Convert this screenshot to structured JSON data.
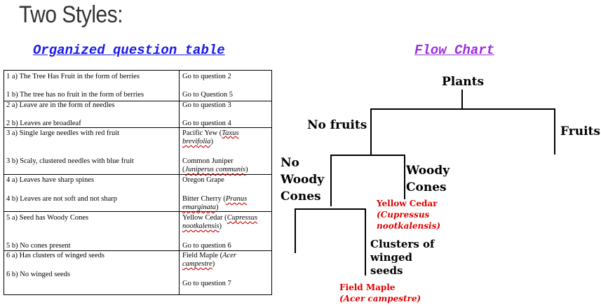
{
  "title": "Two Styles:",
  "left_heading": "Organized question table",
  "right_heading": "Flow Chart",
  "table": {
    "q1a": "1 a) The Tree Has Fruit in the form of berries",
    "q1a_ans": "Go to question 2",
    "q1b": "1 b) The tree has no fruit in the form of berries",
    "q1b_ans": "Go to Question 5",
    "q2a": "2 a) Leave are in the form of needles",
    "q2a_ans": "Go to question 3",
    "q2b": "2 b) Leaves are broadleaf",
    "q2b_ans": "Go to question 4",
    "q3a": "3 a) Single large needles with red fruit",
    "q3a_ans_pre": "Pacific Yew (",
    "q3a_ans_sci1": "Taxus",
    "q3a_ans_sci2": "brevifolia",
    "q3a_ans_post": ")",
    "q3b": "3 b) Scaly, clustered needles with blue fruit",
    "q3b_ans": "Common Juniper",
    "q3b_ans_pre": "(",
    "q3b_ans_sci": "Juniperus communis",
    "q3b_ans_post": ")",
    "q4a": "4 a) Leaves have sharp spines",
    "q4a_ans": "Oregon Grape",
    "q4b": "4 b) Leaves are not soft and not sharp",
    "q4b_ans_pre": "Bitter Cherry (",
    "q4b_ans_sci1": "Pranus",
    "q4b_ans_sci2": "emarginata",
    "q4b_ans_post": ")",
    "q5a": "5 a) Seed has Woody Cones",
    "q5a_ans_pre": "Yellow Cedar (",
    "q5a_ans_sci1": "Cupressus",
    "q5a_ans_sci2": "nootkalensis",
    "q5a_ans_post": ")",
    "q5b": "5 b) No cones present",
    "q5b_ans": "Go to question 6",
    "q6a": "6 a) Has clusters of winged seeds",
    "q6a_ans_pre": "Field Maple (",
    "q6a_ans_sci1": "Acer",
    "q6a_ans_sci2": "campestre",
    "q6a_ans_post": ")",
    "q6b": "6 b) No winged seeds",
    "q6b_ans": "Go to question 7"
  },
  "flow": {
    "plants": "Plants",
    "no_fruits": "No fruits",
    "fruits": "Fruits",
    "no_woody_1": "No",
    "no_woody_2": "Woody",
    "no_woody_3": "Cones",
    "woody_1": "Woody",
    "woody_2": "Cones",
    "yellow_cedar": "Yellow Cedar",
    "yellow_cedar_sci1": "(Cupressus",
    "yellow_cedar_sci2": "nootkalensis)",
    "clusters_1": "Clusters of",
    "clusters_2": "winged",
    "clusters_3": "seeds",
    "field_maple": "Field Maple",
    "field_maple_sci": "(Acer campestre)"
  },
  "colors": {
    "left_heading": "#1a1ae8",
    "right_heading": "#9b2fe0",
    "red_label": "#e00000"
  }
}
